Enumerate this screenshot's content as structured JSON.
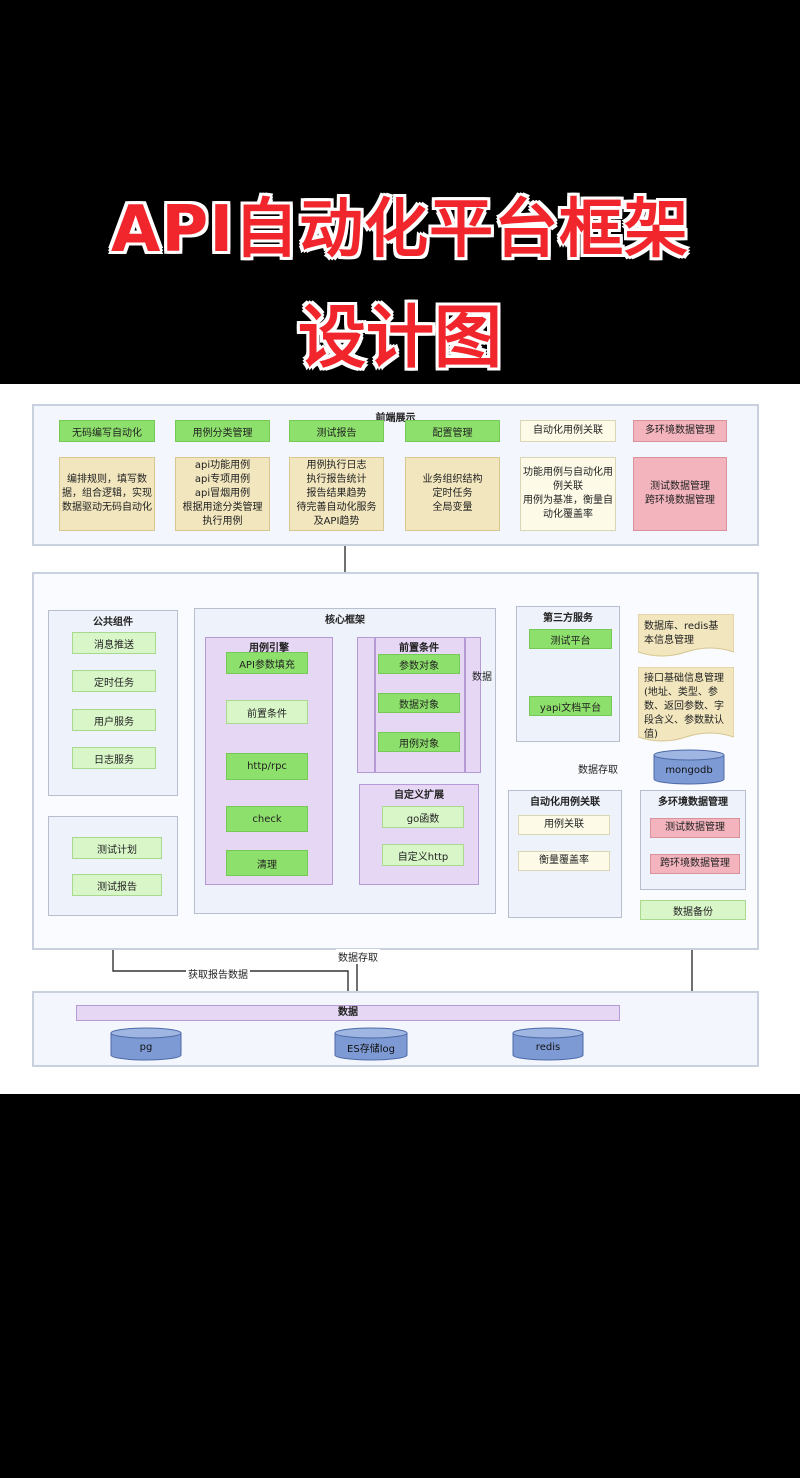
{
  "title_line1": "API自动化平台框架",
  "title_line2": "设计图",
  "frontend": {
    "title": "前端展示",
    "headers": [
      "无码编写自动化",
      "用例分类管理",
      "测试报告",
      "配置管理",
      "自动化用例关联",
      "多环境数据管理"
    ],
    "descs": [
      "编排规则，填写数据，组合逻辑，实现数据驱动无码自动化",
      "api功能用例\napi专项用例\napi冒烟用例\n根据用途分类管理执行用例",
      "用例执行日志\n执行报告统计\n报告结果趋势\n待完善自动化服务及API趋势",
      "业务组织结构\n定时任务\n全局变量",
      "功能用例与自动化用例关联\n用例为基准，衡量自动化覆盖率",
      "测试数据管理\n跨环境数据管理"
    ]
  },
  "common": {
    "title": "公共组件",
    "items": [
      "消息推送",
      "定时任务",
      "用户服务",
      "日志服务"
    ]
  },
  "plan": {
    "items": [
      "测试计划",
      "测试报告"
    ]
  },
  "core": {
    "title": "核心框架",
    "engine": {
      "title": "用例引擎",
      "steps": [
        "API参数填充",
        "前置条件",
        "http/rpc",
        "check",
        "清理"
      ]
    },
    "pre": {
      "title": "前置条件",
      "items": [
        "参数对象",
        "数据对象",
        "用例对象"
      ]
    },
    "ext": {
      "title": "自定义扩展",
      "items": [
        "go函数",
        "自定义http"
      ]
    }
  },
  "third": {
    "title": "第三方服务",
    "items": [
      "测试平台",
      "yapi文档平台"
    ],
    "docs": [
      "数据库、redis基本信息管理",
      "接口基础信息管理(地址、类型、参数、返回参数、字段含义、参数默认值)"
    ],
    "mongodb": "mongodb",
    "store_label": "数据存取"
  },
  "data_label": "数据",
  "assoc": {
    "title": "自动化用例关联",
    "items": [
      "用例关联",
      "衡量覆盖率"
    ]
  },
  "multienv": {
    "title": "多环境数据管理",
    "items": [
      "测试数据管理",
      "跨环境数据管理"
    ],
    "backup": "数据备份"
  },
  "bottom": {
    "bar": "数据",
    "dbs": [
      "pg",
      "ES存储log",
      "redis"
    ],
    "report_label": "获取报告数据",
    "store_label": "数据存取"
  }
}
